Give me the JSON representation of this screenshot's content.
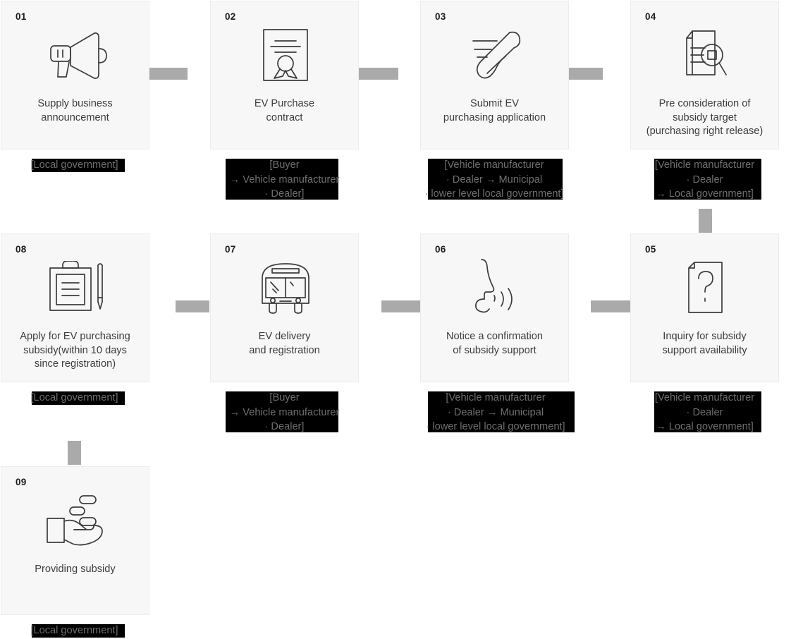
{
  "diagram": {
    "title": "EV purchase subsidy process flow",
    "colors": {
      "card_background": "#f7f7f7",
      "card_border": "#ececec",
      "connector": "#aaaaaa",
      "mask": "#000000",
      "title_text": "#3c3c3c",
      "caption_text": "#6f6f6f",
      "number_text": "#1b1b1b"
    },
    "steps": [
      {
        "number": "01",
        "title": "Supply business\nannouncement",
        "caption": "[Local government]",
        "icon": "megaphone-icon"
      },
      {
        "number": "02",
        "title": "EV Purchase\ncontract",
        "caption": "[Buyer\n→ Vehicle manufacturer\n· Dealer]",
        "icon": "certificate-icon"
      },
      {
        "number": "03",
        "title": "Submit EV\npurchasing application",
        "caption": "[Vehicle manufacturer\n· Dealer → Municipal\n· lower level local government]",
        "icon": "rolled-document-icon"
      },
      {
        "number": "04",
        "title": "Pre consideration of\nsubsidy target\n(purchasing right release)",
        "caption": "[Vehicle manufacturer\n· Dealer\n→ Local government]",
        "icon": "document-search-icon"
      },
      {
        "number": "05",
        "title": "Inquiry for subsidy\nsupport availability",
        "caption": "[Vehicle manufacturer\n· Dealer\n→ Local government]",
        "icon": "question-document-icon"
      },
      {
        "number": "06",
        "title": "Notice a confirmation\nof subsidy support",
        "caption": "[Vehicle manufacturer\n· Dealer → Municipal\n· lower level local government]",
        "icon": "announcement-voice-icon"
      },
      {
        "number": "07",
        "title": "EV delivery\nand registration",
        "caption": "[Buyer\n→ Vehicle manufacturer\n· Dealer]",
        "icon": "bus-icon"
      },
      {
        "number": "08",
        "title": "Apply for EV purchasing\nsubsidy(within 10 days\nsince registration)",
        "caption": "[Local government]",
        "icon": "clipboard-pen-icon"
      },
      {
        "number": "09",
        "title": "Providing subsidy",
        "caption": "[Local government]",
        "icon": "hand-coins-icon"
      }
    ],
    "connectors": [
      {
        "name": "connector-01-to-02",
        "orientation": "horizontal"
      },
      {
        "name": "connector-02-to-03",
        "orientation": "horizontal"
      },
      {
        "name": "connector-03-to-04",
        "orientation": "horizontal"
      },
      {
        "name": "connector-04-to-05",
        "orientation": "vertical"
      },
      {
        "name": "connector-05-to-06",
        "orientation": "horizontal"
      },
      {
        "name": "connector-06-to-07",
        "orientation": "horizontal"
      },
      {
        "name": "connector-07-to-08",
        "orientation": "horizontal"
      },
      {
        "name": "connector-08-to-09",
        "orientation": "vertical"
      }
    ]
  }
}
